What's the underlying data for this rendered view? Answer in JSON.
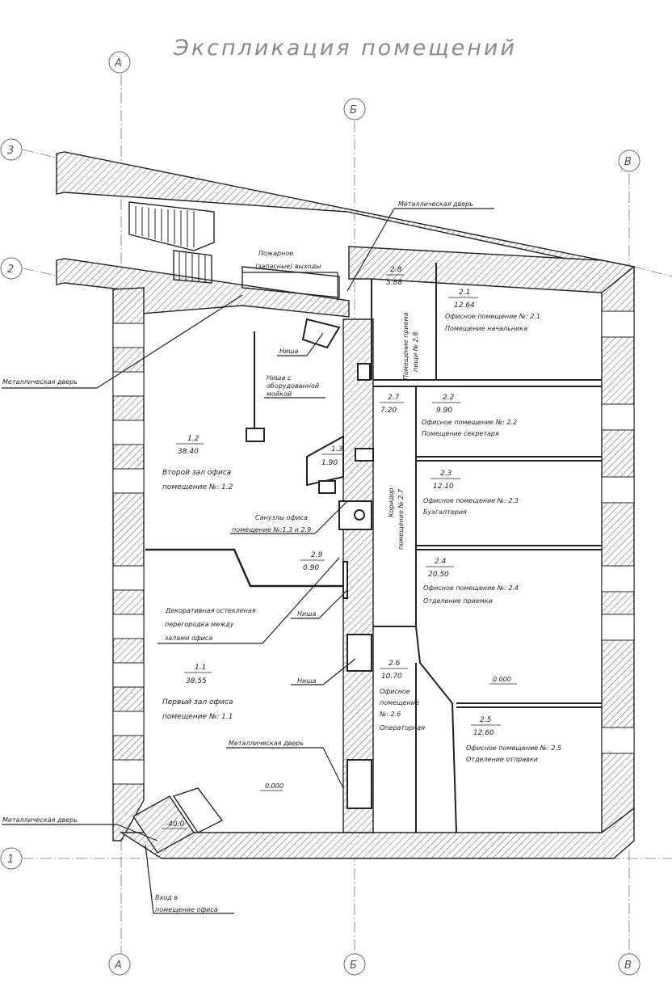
{
  "title": "Экспликация помещений",
  "axes": {
    "a": "А",
    "b": "Б",
    "v": "В",
    "n1": "1",
    "n2": "2",
    "n3": "3"
  },
  "rooms": {
    "r28": {
      "num": "2.8",
      "area": "5.88",
      "desc1": "Помещение приема",
      "desc2": "пищи № 2.8"
    },
    "r21": {
      "num": "2.1",
      "area": "12.64",
      "desc1": "Офисное помещение №: 2.1",
      "desc2": "Помещение начальника"
    },
    "r22": {
      "num": "2.2",
      "area": "9.90",
      "desc1": "Офисное помещение №: 2.2",
      "desc2": "Помещение секретаря"
    },
    "r23": {
      "num": "2.3",
      "area": "12.10",
      "desc1": "Офисное помещение №: 2.3",
      "desc2": "Бухгалтерия"
    },
    "r24": {
      "num": "2.4",
      "area": "20.50",
      "desc1": "Офисное помещение №: 2.4",
      "desc2": "Отделение приемки"
    },
    "r25": {
      "num": "2.5",
      "area": "12.60",
      "desc1": "Офисное помещение №: 2.5",
      "desc2": "Отделение отправки"
    },
    "r26": {
      "num": "2.6",
      "area": "10.70",
      "desc1": "Офисное",
      "desc2": "помещение",
      "desc3": "№: 2.6",
      "desc4": "Операторная"
    },
    "r27": {
      "num": "2.7",
      "area": "7.20",
      "desc1": "Коридор",
      "desc2": "помещение № 2.7"
    },
    "r12": {
      "num": "1.2",
      "area": "38.40",
      "desc1": "Второй зал офиса",
      "desc2": "помещение №: 1.2"
    },
    "r13": {
      "num": "1.3",
      "area": "1.90"
    },
    "r29": {
      "num": "2.9",
      "area": "0.90"
    },
    "r11": {
      "num": "1.1",
      "area": "38.55",
      "desc1": "Первый зал офиса",
      "desc2": "помещение №: 1.1"
    }
  },
  "annotations": {
    "metal_door_top": "Металлическая дверь",
    "fire_exit1": "Пожарное",
    "fire_exit2": "(запасные) выходы",
    "metal_door_left": "Металлическая дверь",
    "niche1": "Ниша",
    "niche_eq1": "Ниша с",
    "niche_eq2": "оборудованной",
    "niche_eq3": "мойкой",
    "wc1": "Санузлы офиса",
    "wc2": "помещение №:1.3 и 2.9",
    "partition1": "Декоративная остекленая",
    "partition2": "перегородка между",
    "partition3": "залами офиса",
    "niche2": "Ниша",
    "niche3": "Ниша",
    "metal_door_mid": "Металлическая дверь",
    "metal_door_bl": "Металлическая дверь",
    "entrance1": "Вход в",
    "entrance2": "помещение офиса",
    "level1": "0.000",
    "level2": "0.000",
    "level3": "-40.0"
  }
}
